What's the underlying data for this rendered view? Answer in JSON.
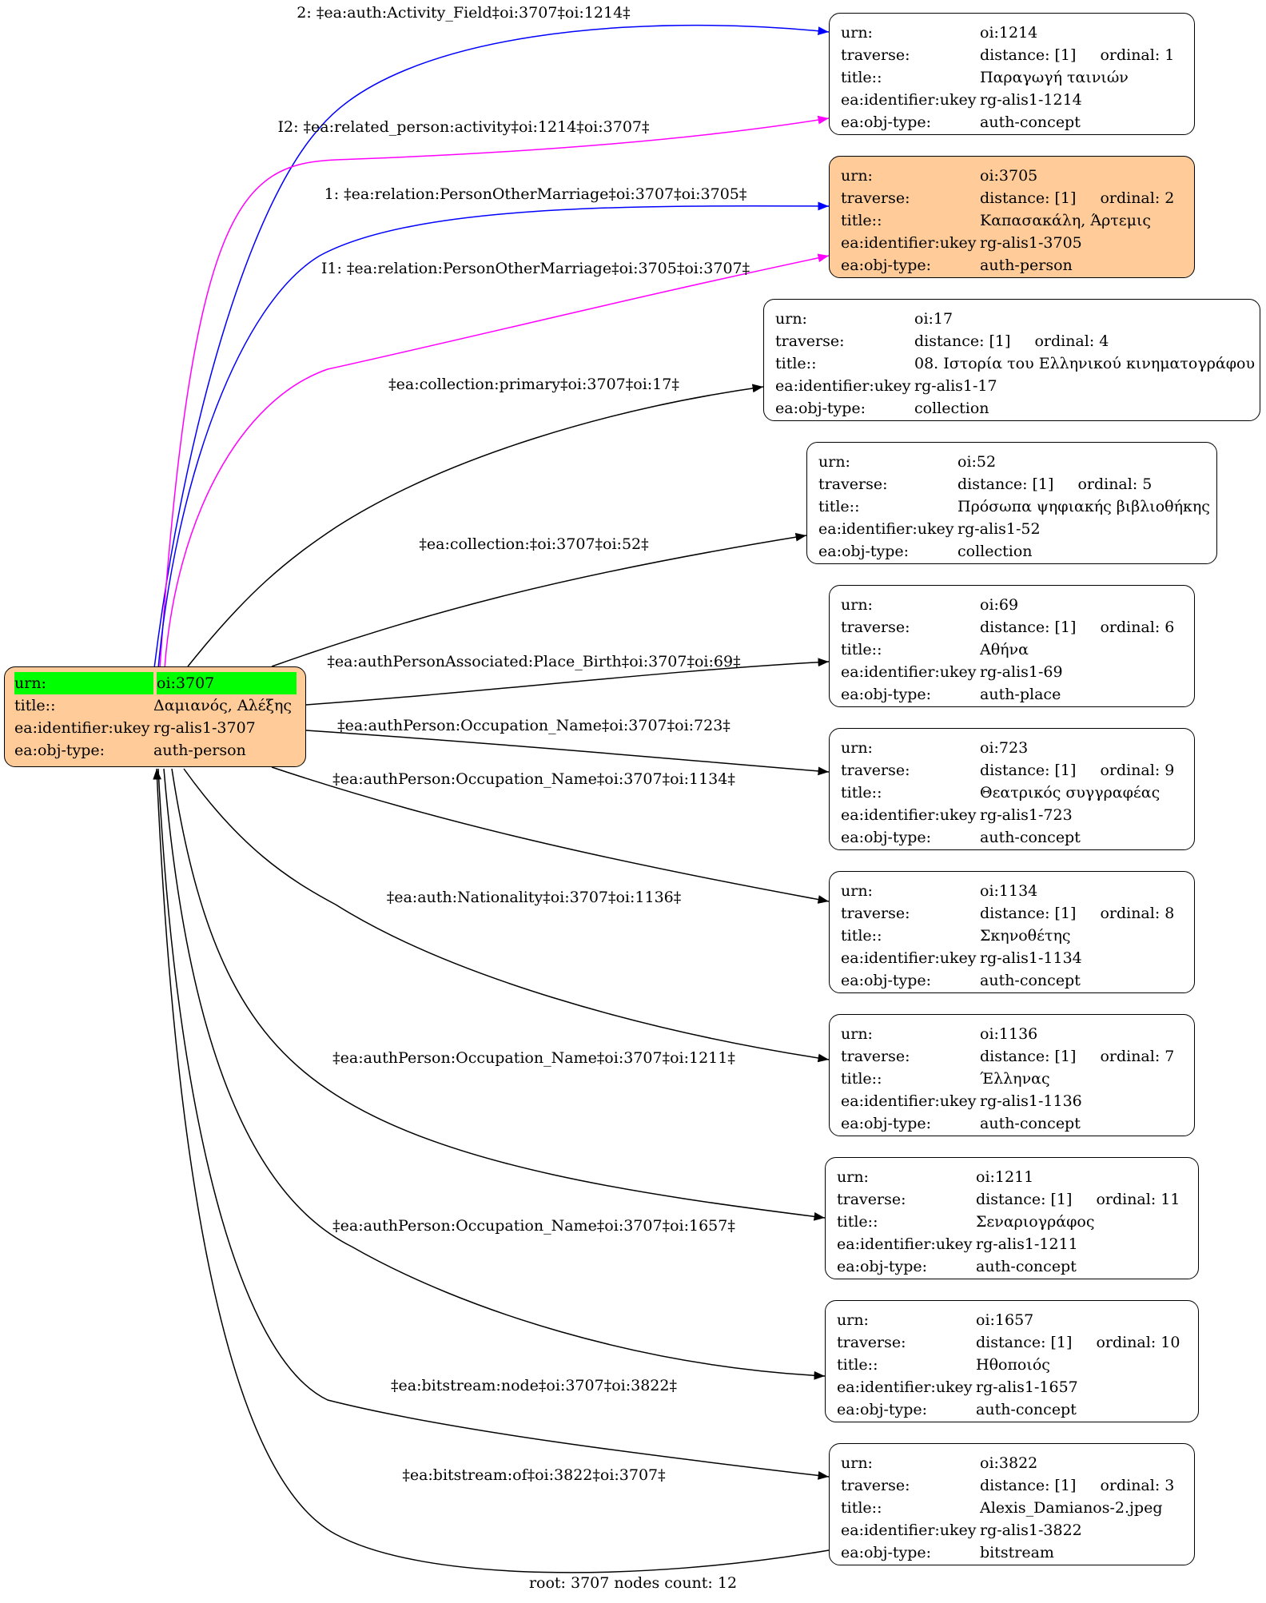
{
  "labels": {
    "urn": "urn:",
    "traverse": "traverse:",
    "title": "title::",
    "ukey": "ea:identifier:ukey",
    "objtype": "ea:obj-type:"
  },
  "root": {
    "urn": "oi:3707",
    "title": "Δαμιανός, Αλέξης",
    "ukey": "rg-alis1-3707",
    "objtype": "auth-person"
  },
  "nodes": [
    {
      "urn": "oi:1214",
      "distance": "distance: [1]",
      "ordinal": "ordinal: 1",
      "title": "Παραγωγή ταινιών",
      "ukey": "rg-alis1-1214",
      "objtype": "auth-concept"
    },
    {
      "urn": "oi:3705",
      "distance": "distance: [1]",
      "ordinal": "ordinal: 2",
      "title": "Καπασακάλη, Άρτεμις",
      "ukey": "rg-alis1-3705",
      "objtype": "auth-person"
    },
    {
      "urn": "oi:17",
      "distance": "distance: [1]",
      "ordinal": "ordinal: 4",
      "title": "08. Ιστορία του Ελληνικού κινηματογράφου",
      "ukey": "rg-alis1-17",
      "objtype": "collection"
    },
    {
      "urn": "oi:52",
      "distance": "distance: [1]",
      "ordinal": "ordinal: 5",
      "title": "Πρόσωπα ψηφιακής βιβλιοθήκης",
      "ukey": "rg-alis1-52",
      "objtype": "collection"
    },
    {
      "urn": "oi:69",
      "distance": "distance: [1]",
      "ordinal": "ordinal: 6",
      "title": "Αθήνα",
      "ukey": "rg-alis1-69",
      "objtype": "auth-place"
    },
    {
      "urn": "oi:723",
      "distance": "distance: [1]",
      "ordinal": "ordinal: 9",
      "title": "Θεατρικός συγγραφέας",
      "ukey": "rg-alis1-723",
      "objtype": "auth-concept"
    },
    {
      "urn": "oi:1134",
      "distance": "distance: [1]",
      "ordinal": "ordinal: 8",
      "title": "Σκηνοθέτης",
      "ukey": "rg-alis1-1134",
      "objtype": "auth-concept"
    },
    {
      "urn": "oi:1136",
      "distance": "distance: [1]",
      "ordinal": "ordinal: 7",
      "title": "Έλληνας",
      "ukey": "rg-alis1-1136",
      "objtype": "auth-concept"
    },
    {
      "urn": "oi:1211",
      "distance": "distance: [1]",
      "ordinal": "ordinal: 11",
      "title": "Σεναριογράφος",
      "ukey": "rg-alis1-1211",
      "objtype": "auth-concept"
    },
    {
      "urn": "oi:1657",
      "distance": "distance: [1]",
      "ordinal": "ordinal: 10",
      "title": "Ηθοποιός",
      "ukey": "rg-alis1-1657",
      "objtype": "auth-concept"
    },
    {
      "urn": "oi:3822",
      "distance": "distance: [1]",
      "ordinal": "ordinal: 3",
      "title": "Alexis_Damianos-2.jpeg",
      "ukey": "rg-alis1-3822",
      "objtype": "bitstream"
    }
  ],
  "edges": [
    {
      "label": "2: ‡ea:auth:Activity_Field‡oi:3707‡oi:1214‡",
      "color": "#0000ff"
    },
    {
      "label": "I2: ‡ea:related_person:activity‡oi:1214‡oi:3707‡",
      "color": "#ff00ff"
    },
    {
      "label": "1: ‡ea:relation:PersonOtherMarriage‡oi:3707‡oi:3705‡",
      "color": "#0000ff"
    },
    {
      "label": "I1: ‡ea:relation:PersonOtherMarriage‡oi:3705‡oi:3707‡",
      "color": "#ff00ff"
    },
    {
      "label": "‡ea:collection:primary‡oi:3707‡oi:17‡",
      "color": "#000000"
    },
    {
      "label": "‡ea:collection:‡oi:3707‡oi:52‡",
      "color": "#000000"
    },
    {
      "label": "‡ea:authPersonAssociated:Place_Birth‡oi:3707‡oi:69‡",
      "color": "#000000"
    },
    {
      "label": "‡ea:authPerson:Occupation_Name‡oi:3707‡oi:723‡",
      "color": "#000000"
    },
    {
      "label": "‡ea:authPerson:Occupation_Name‡oi:3707‡oi:1134‡",
      "color": "#000000"
    },
    {
      "label": "‡ea:auth:Nationality‡oi:3707‡oi:1136‡",
      "color": "#000000"
    },
    {
      "label": "‡ea:authPerson:Occupation_Name‡oi:3707‡oi:1211‡",
      "color": "#000000"
    },
    {
      "label": "‡ea:authPerson:Occupation_Name‡oi:3707‡oi:1657‡",
      "color": "#000000"
    },
    {
      "label": "‡ea:bitstream:node‡oi:3707‡oi:3822‡",
      "color": "#000000"
    },
    {
      "label": "‡ea:bitstream:of‡oi:3822‡oi:3707‡",
      "color": "#000000"
    }
  ],
  "footer": "root: 3707 nodes count: 12"
}
